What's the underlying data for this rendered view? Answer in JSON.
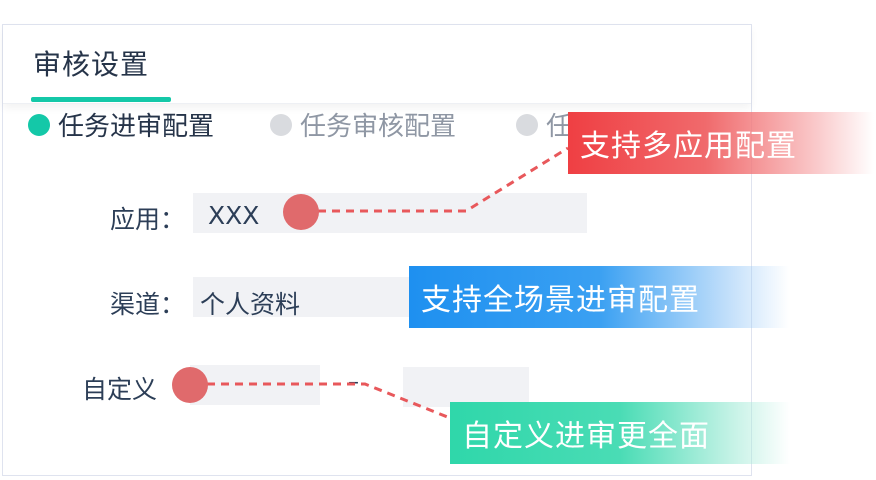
{
  "panel": {
    "title": "审核设置"
  },
  "radios": [
    {
      "label": "任务进审配置",
      "selected": true
    },
    {
      "label": "任务审核配置",
      "selected": false
    },
    {
      "label": "任",
      "selected": false
    }
  ],
  "fields": {
    "app": {
      "label": "应用：",
      "value": "XXX"
    },
    "channel": {
      "label": "渠道：",
      "value": "个人资料"
    },
    "custom": {
      "label": "自定义",
      "separator": "–"
    }
  },
  "callouts": {
    "multi_app": {
      "text": "支持多应用配置",
      "color": "#ef3f43"
    },
    "full_scene": {
      "text": "支持全场景进审配置",
      "color": "#1e90f0"
    },
    "custom_full": {
      "text": "自定义进审更全面",
      "color": "#2fd7aa"
    }
  },
  "colors": {
    "accent": "#14c8a8",
    "marker": "#e06a6c",
    "connector": "#e8585b"
  }
}
